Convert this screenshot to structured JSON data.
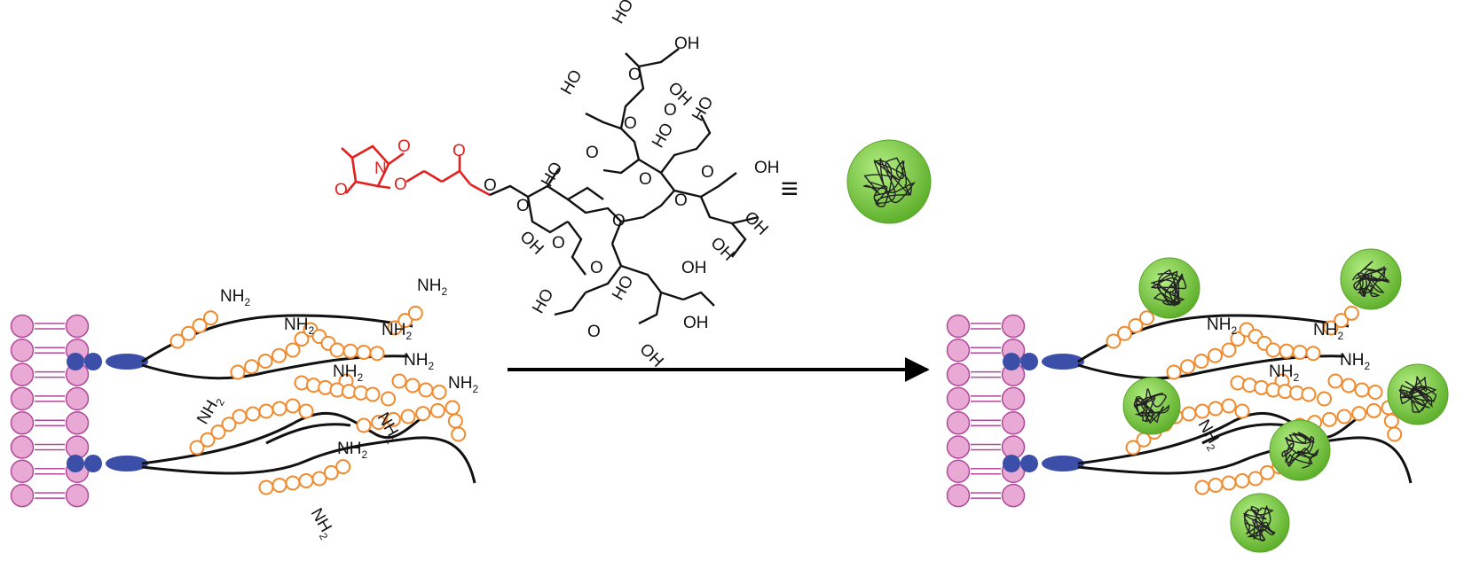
{
  "labels": {
    "nh2": "NH",
    "nh2_subscript": "2",
    "oh": "OH",
    "ho": "HO",
    "o": "O",
    "n": "N",
    "equivalence": "≡"
  },
  "colors": {
    "membrane": "#e8a9d4",
    "membrane_stroke": "#b3479a",
    "anchor_blue": "#3c4fa8",
    "glycan_orange": "#f08a2c",
    "protein_black": "#111111",
    "nhs_red": "#e32020",
    "dendrimer_green": "#7ccc44",
    "arrow": "#000000"
  },
  "icons": {
    "arrow": "reaction-arrow-icon",
    "polymer": "hyperbranched-polyglycerol-icon"
  }
}
